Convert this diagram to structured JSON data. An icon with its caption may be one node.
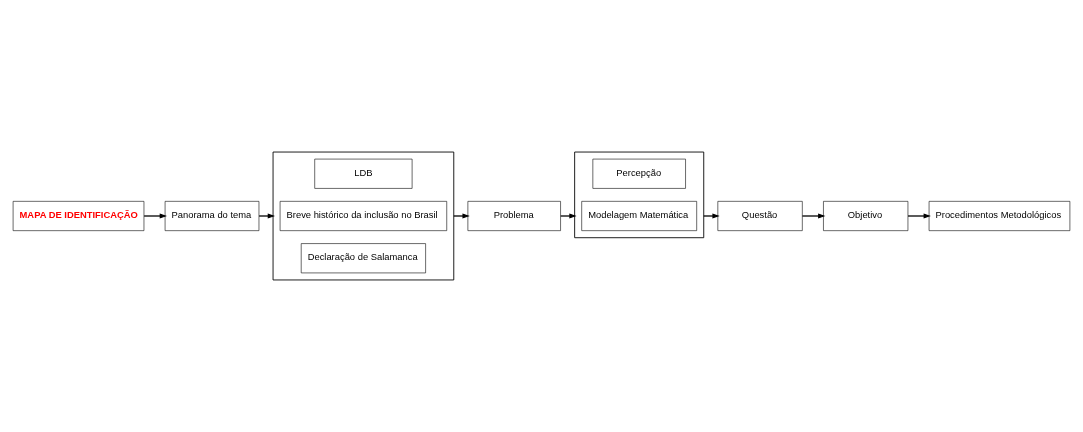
{
  "diagram": {
    "nodes": [
      {
        "text": [
          "MAPA DE IDENTIFICAÇÃO"
        ]
      },
      {
        "text": [
          "Panorama do tema"
        ]
      },
      {
        "text": [],
        "shape": "box"
      },
      {
        "text": [
          "LDB"
        ],
        "in": 2
      },
      {
        "text": [
          "Breve histórico da inclusão no Brasil"
        ],
        "in": 2
      },
      {
        "text": [
          "Declaração de Salamanca"
        ],
        "in": 2
      },
      {
        "text": [
          "Problema"
        ]
      },
      {
        "text": [],
        "shape": "box"
      },
      {
        "text": [
          "Percepção"
        ],
        "in": 7
      },
      {
        "text": [
          "Modelagem Matemática"
        ],
        "in": 7
      },
      {
        "text": [
          "Questão"
        ]
      },
      {
        "text": [
          "Objetivo"
        ]
      },
      {
        "text": [
          "Procedimentos Metodológicos"
        ]
      }
    ],
    "edges": [
      {
        "from": 0,
        "to": 1,
        "arrow": "to"
      },
      {
        "from": 1,
        "to": 2,
        "arrow": "to"
      },
      {
        "from": 2,
        "to": 6,
        "arrow": "to"
      },
      {
        "from": 6,
        "to": 7,
        "arrow": "to"
      },
      {
        "from": 7,
        "to": 10,
        "arrow": "to"
      },
      {
        "from": 10,
        "to": 11,
        "arrow": "to"
      },
      {
        "from": 11,
        "to": 12,
        "arrow": "to"
      }
    ]
  }
}
